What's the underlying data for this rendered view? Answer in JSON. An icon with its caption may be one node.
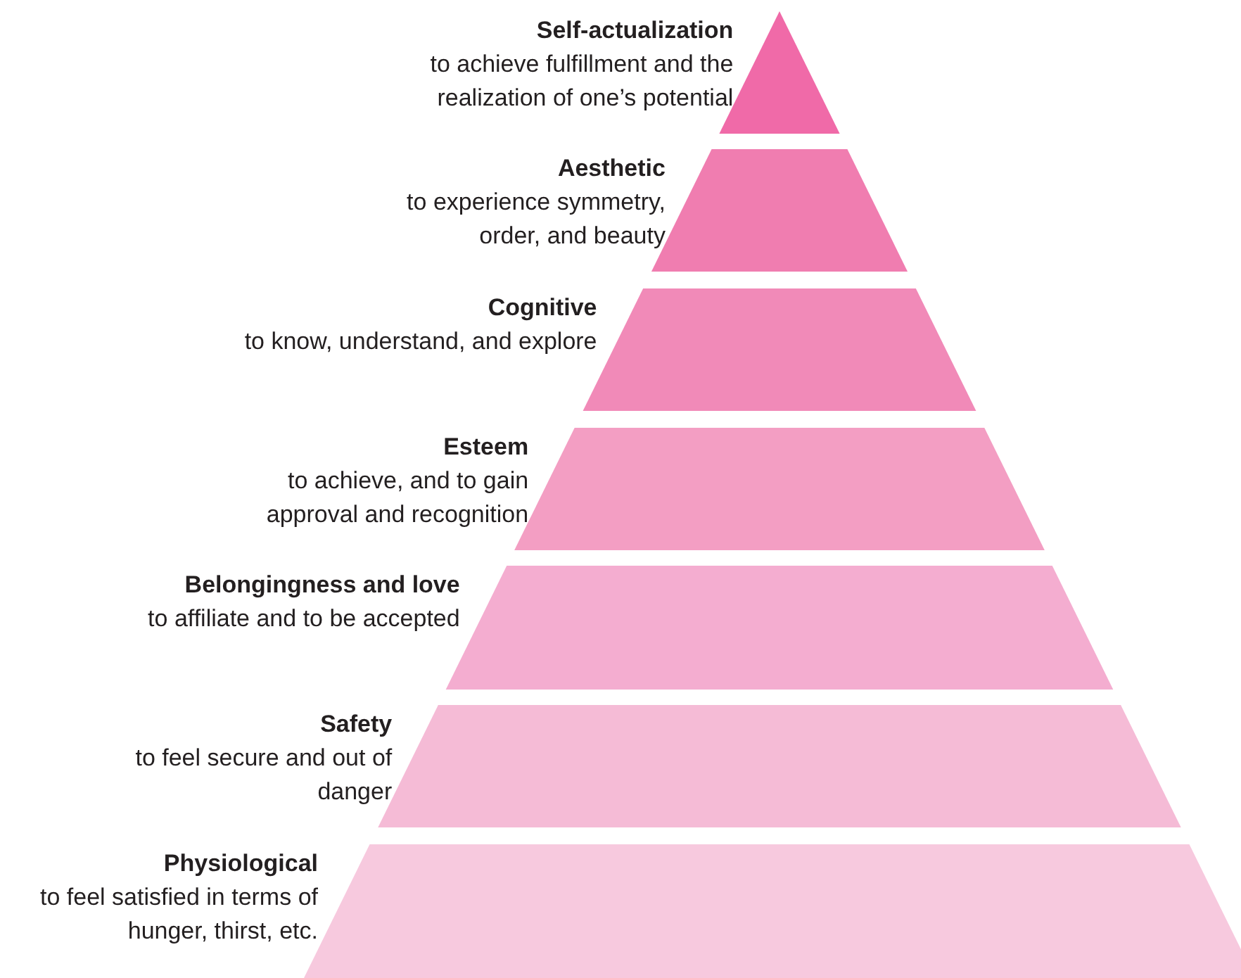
{
  "diagram": {
    "nodes": [
      {
        "text": [
          "Self-actualization",
          "to achieve fulfillment and the realization of one’s potential"
        ]
      },
      {
        "text": [
          "Aesthetic",
          "to experience symmetry, order, and beauty"
        ]
      },
      {
        "text": [
          "Cognitive",
          "to know, understand, and explore"
        ]
      },
      {
        "text": [
          "Esteem",
          "to achieve, and to gain approval and recognition"
        ]
      },
      {
        "text": [
          "Belongingness and love",
          "to affiliate and to be accepted"
        ]
      },
      {
        "text": [
          "Safety",
          "to feel secure and out of danger"
        ]
      },
      {
        "text": [
          "Physiological",
          "to feel satisfied in terms of hunger, thirst, etc."
        ]
      }
    ]
  }
}
